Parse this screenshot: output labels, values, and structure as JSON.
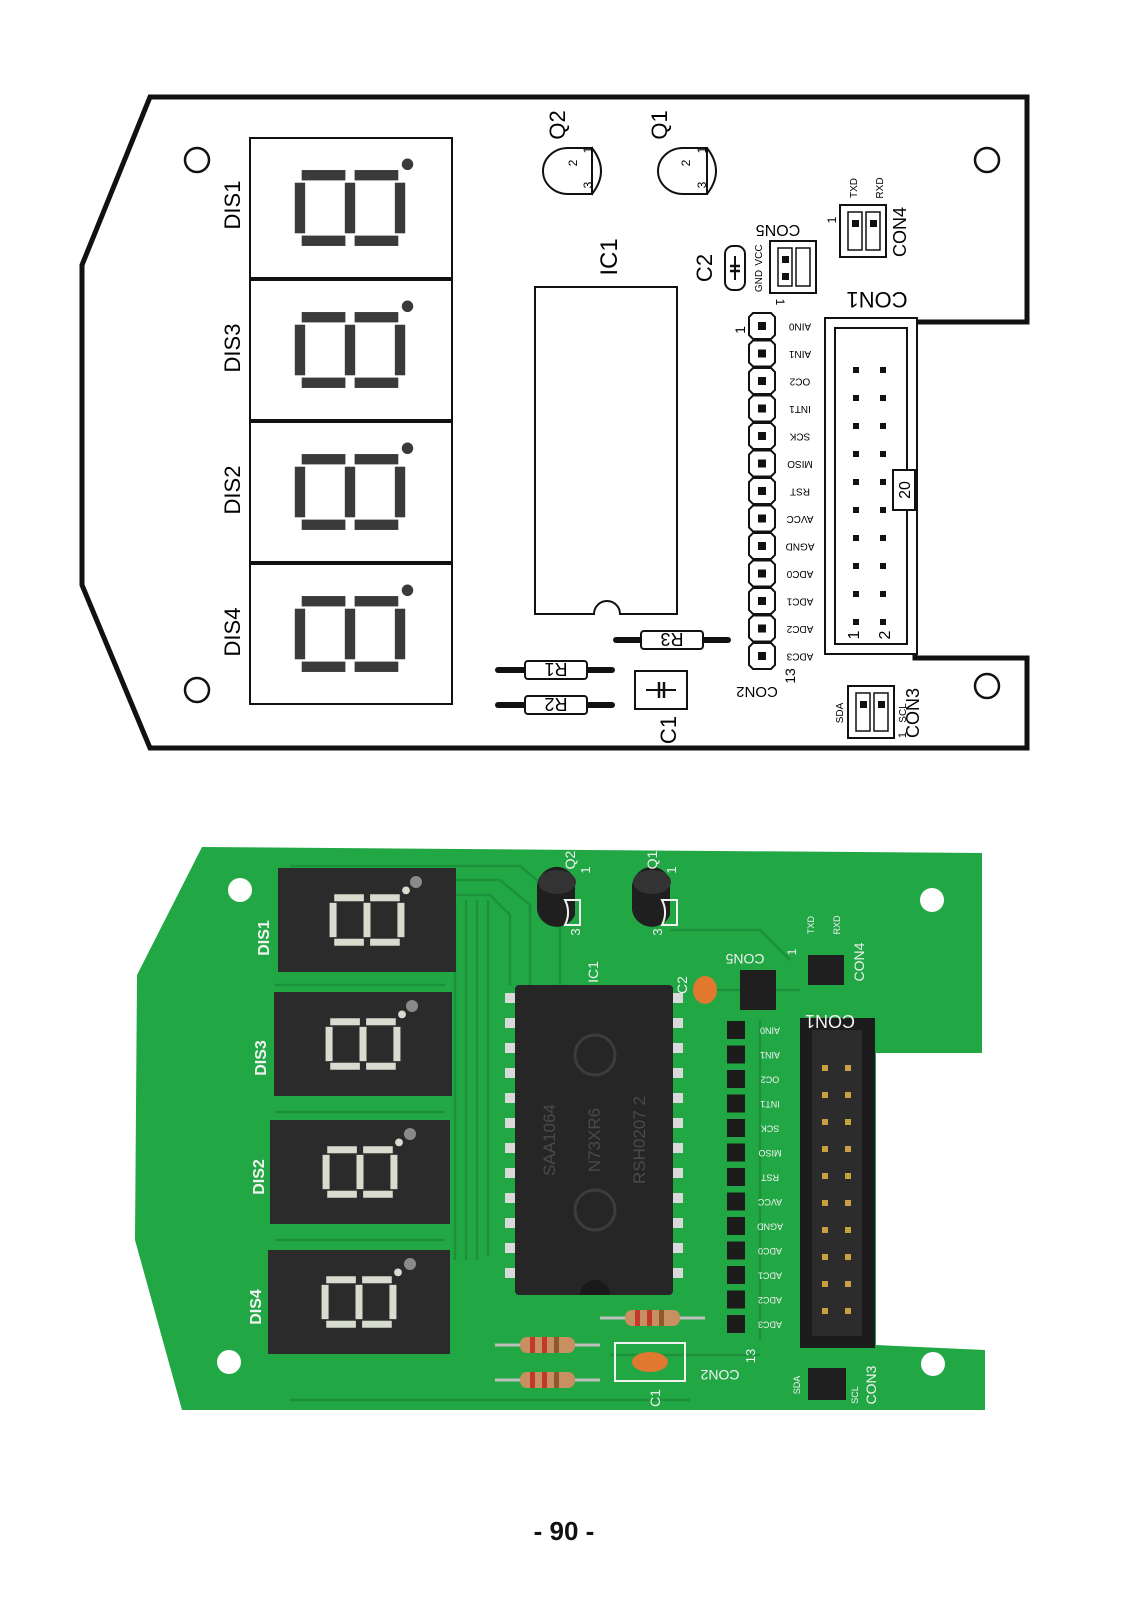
{
  "silkscreen": {
    "displays": [
      "DIS1",
      "DIS3",
      "DIS2",
      "DIS4"
    ],
    "ic": "IC1",
    "transistors": {
      "q2": "Q2",
      "q1": "Q1",
      "pin1": "1",
      "pin2": "2",
      "pin3": "3"
    },
    "capacitors": {
      "c1": "C1",
      "c2": "C2"
    },
    "resistors": {
      "r1": "R1",
      "r2": "R2",
      "r3": "R3"
    },
    "con1": {
      "label": "CON1",
      "pin1": "1",
      "pin2": "2",
      "pin20": "20"
    },
    "con2": {
      "label": "CON2",
      "pin_first": "1",
      "pin_last": "13",
      "pins": [
        "AIN0",
        "AIN1",
        "OC2",
        "INT1",
        "SCK",
        "MISO",
        "RST",
        "AVCC",
        "AGND",
        "ADC0",
        "ADC1",
        "ADC2",
        "ADC3"
      ]
    },
    "con3": {
      "label": "CON3",
      "sda": "SDA",
      "scl": "SCL",
      "pin1": "1"
    },
    "con4": {
      "label": "CON4",
      "txd": "TXD",
      "rxd": "RXD",
      "pin1": "1"
    },
    "con5": {
      "label": "CON5",
      "gnd": "GND",
      "vcc": "VCC",
      "pin1": "1"
    }
  },
  "photo": {
    "displays": [
      "DIS1",
      "DIS3",
      "DIS2",
      "DIS4"
    ],
    "chip_marking": [
      "SAA1064",
      "N73XR6",
      "RSH0207 2"
    ],
    "q2": "Q2",
    "q1": "Q1",
    "c1": "C1",
    "c2": "C2",
    "ic1": "IC1",
    "con1": "CON1",
    "con2": "CON2",
    "con3": "CON3",
    "con4": "CON4",
    "con5": "CON5",
    "txd": "TXD",
    "rxd": "RXD",
    "sda": "SDA",
    "scl": "SCL",
    "pin1": "1",
    "pin3": "3",
    "pin13": "13",
    "pins": [
      "AIN0",
      "AIN1",
      "OC2",
      "INT1",
      "SCK",
      "MISO",
      "RST",
      "AVCC",
      "AGND",
      "ADC0",
      "ADC1",
      "ADC2",
      "ADC3"
    ]
  },
  "page_number": "- 90 -",
  "colors": {
    "board_green": "#22a745",
    "solder_mask_trace": "#1d9a3d",
    "silkscreen_white": "#f2f2f2",
    "display_dark": "#2b2b2b",
    "segment_gray": "#3a3a3a",
    "outline_black": "#111111"
  }
}
